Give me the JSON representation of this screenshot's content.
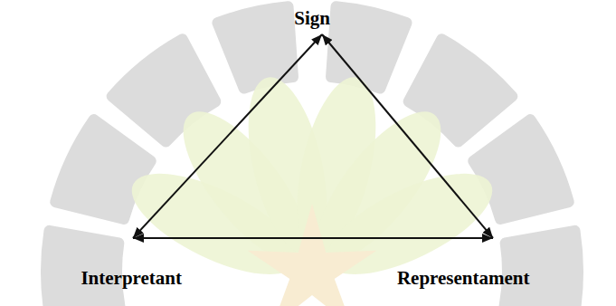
{
  "diagram": {
    "nodes": [
      {
        "text": [
          "Sign"
        ]
      },
      {
        "text": [
          "Interpretant"
        ]
      },
      {
        "text": [
          "Representament"
        ]
      }
    ],
    "edges": [
      {
        "from": 0,
        "to": 1,
        "arrow": "both"
      },
      {
        "from": 0,
        "to": 2,
        "arrow": "both"
      },
      {
        "from": 1,
        "to": 2,
        "arrow": "both"
      }
    ]
  }
}
